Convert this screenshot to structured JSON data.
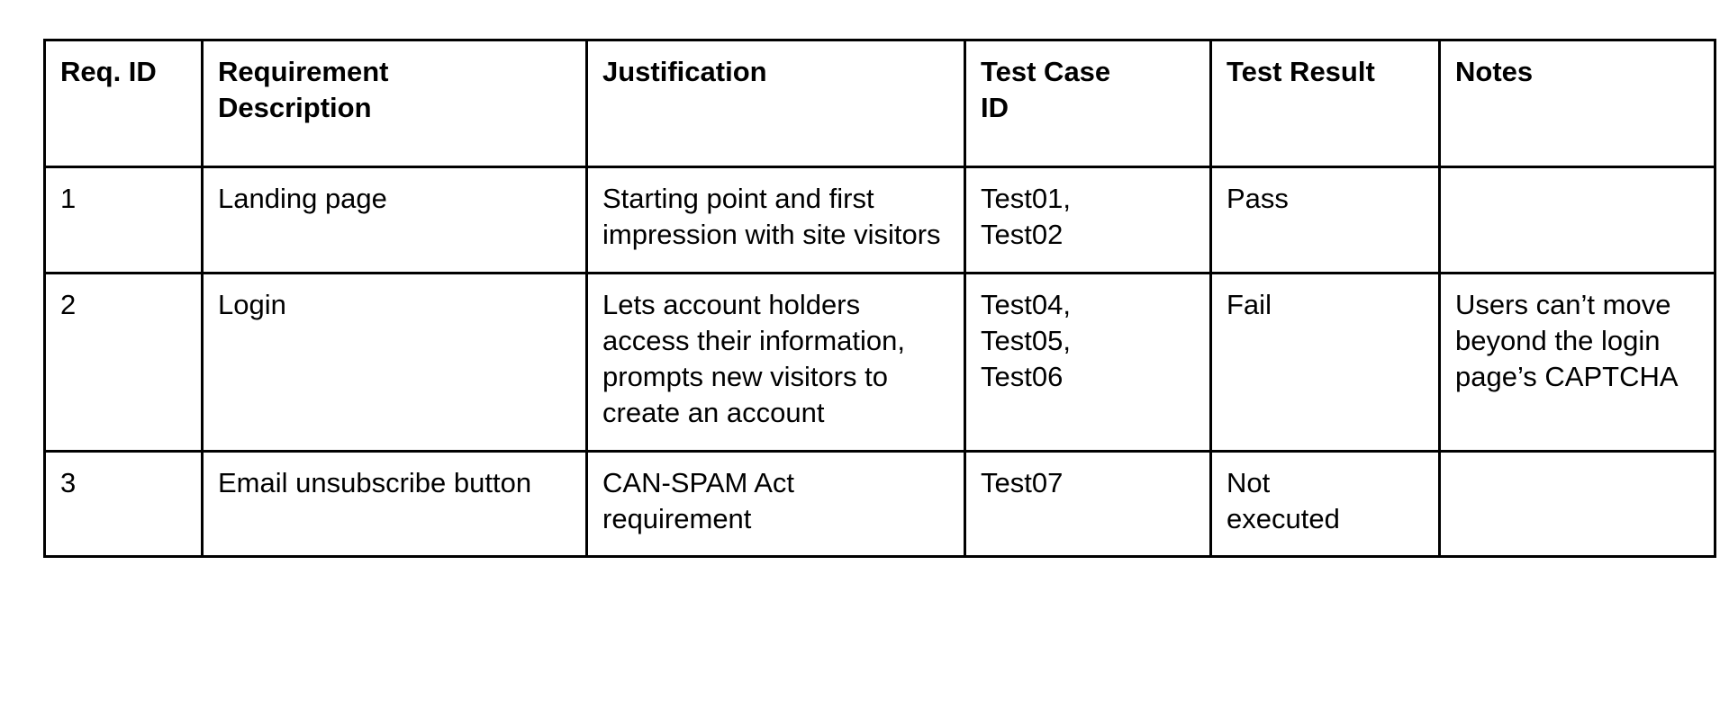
{
  "document": {
    "type": "requirements-traceability-matrix",
    "background_color": "#ffffff",
    "text_color": "#000000",
    "border_color": "#000000"
  },
  "table": {
    "columns": [
      {
        "key": "req_id",
        "label": "Req. ID"
      },
      {
        "key": "description",
        "label": "Requirement\nDescription"
      },
      {
        "key": "justification",
        "label": "Justification"
      },
      {
        "key": "test_case_id",
        "label": "Test Case\nID"
      },
      {
        "key": "test_result",
        "label": "Test Result"
      },
      {
        "key": "notes",
        "label": "Notes"
      }
    ],
    "rows": [
      {
        "req_id": "1",
        "description": "Landing page",
        "justification": "Starting point and first impression with site visitors",
        "test_case_id": "Test01,\nTest02",
        "test_result": "Pass",
        "notes": ""
      },
      {
        "req_id": "2",
        "description": "Login",
        "justification": "Lets account holders access their information, prompts new visitors to create an account",
        "test_case_id": "Test04,\nTest05,\nTest06",
        "test_result": "Fail",
        "notes": "Users can’t move beyond the login page’s CAPTCHA"
      },
      {
        "req_id": "3",
        "description": "Email unsubscribe button",
        "justification": "CAN-SPAM Act requirement",
        "test_case_id": "Test07",
        "test_result": "Not\nexecuted",
        "notes": ""
      }
    ]
  }
}
